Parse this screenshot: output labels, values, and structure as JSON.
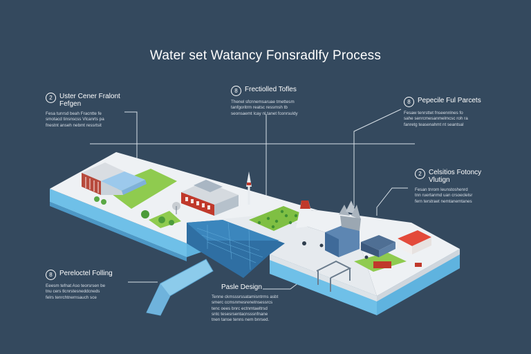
{
  "title": "Water set Watancy Fonsradlfy Process",
  "callouts": [
    {
      "number": "2",
      "heading": "Uster Cener Fralont Fefgen",
      "desc_lines": [
        "Fesa tunrsd beah Fracntte fe",
        "smotacd tinsnscss Vlcanrts pa",
        "fnestnt anseh nebmt ressrtsit"
      ]
    },
    {
      "number": "8",
      "heading": "Frectiolled Tofles",
      "desc_lines": [
        "Thenel sfcnnemsaruae tmettesm",
        "tanfgoritrm reatsc ressrnsh tb",
        "seonsaemt lcay nl tanet fconrsuldy"
      ]
    },
    {
      "number": "8",
      "heading": "Pepecile Ful Parcets",
      "desc_lines": [
        "Fesaw tenrsttet fnseennlnes fo",
        "sahe senrcmesanmelmcsc roh ra",
        "fanretg teasenahmt nt seantsal"
      ]
    },
    {
      "number": "2",
      "heading": "Celsitios Fotoncy Vlutign",
      "desc_lines": [
        "Fesan tnrom leunstoshenrd",
        "tnn ruertanmd uan crsoeclelsr",
        "fern terstraet nemtanemtanes"
      ]
    },
    {
      "number": "8",
      "heading": "Pereloctel Folling",
      "desc_lines": [
        "Eeesm tefnat Aso teorsrsen be",
        "tnu cers tlcnrstesneddcneds",
        "felrs tenrchtnernsauch sce"
      ]
    },
    {
      "number": "",
      "heading": "Pasle Design",
      "desc_lines": [
        "Tenne ckmsssrssatamisntrms asbt",
        "smerc ccmsnmesrenetnsessrcs",
        "tenc oees bnrc ectnmtaeltrsd",
        "sntc tesesrsentacnsssnfnane",
        "tnen tanse tenns nem bnrsed."
      ]
    }
  ],
  "colors": {
    "background": "#34495e",
    "platform": "#eef1f4",
    "water": "#7fc7ea",
    "grass": "#8fcb4f",
    "building_red": "#c0392b",
    "glass": "#9cc9ec"
  }
}
